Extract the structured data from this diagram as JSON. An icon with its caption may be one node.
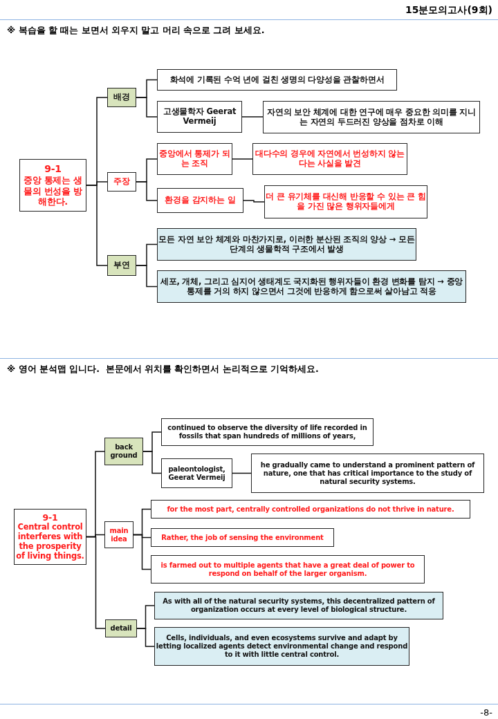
{
  "diagram": {
    "nodes": [
      {
        "text": [
          "9-1",
          "중앙 통제는 생물의 번성을 방해한다."
        ]
      },
      {
        "text": [
          "배경"
        ]
      },
      {
        "text": [
          "화석에 기록된 수억 년에 걸친 생명의 다양성을 관찰하면서"
        ]
      },
      {
        "text": [
          "고생물학자 Geerat Vermeij"
        ]
      },
      {
        "text": [
          "자연의 보안 체계에 대한 연구에 매우 중요한 의미를 지니는 자연의 두드러진 양상을 점차로 이해"
        ]
      },
      {
        "text": [
          "주장"
        ]
      },
      {
        "text": [
          "중앙에서 통제가 되는 조직"
        ]
      },
      {
        "text": [
          "대다수의 경우에 자연에서 번성하지 않는다는 사실을 발견"
        ]
      },
      {
        "text": [
          "환경을 감지하는 일"
        ]
      },
      {
        "text": [
          "더 큰 유기체를 대신해 반응할 수 있는 큰 힘을 가진 많은 행위자들에게"
        ]
      },
      {
        "text": [
          "부연"
        ]
      },
      {
        "text": [
          "모든 자연 보안 체계와 마찬가지로, 이러한 분산된 조직의 양상 → 모든 단계의 생물학적 구조에서 발생"
        ]
      },
      {
        "text": [
          "세포, 개체, 그리고 심지어 생태계도 국지화된 행위자들이 환경 변화를 탐지 → 중앙 통제를 거의 하지 않으면서 그것에 반응하게 함으로써 살아남고 적응"
        ]
      },
      {
        "text": [
          "9-1",
          "Central control interferes with the prosperity of living things."
        ]
      },
      {
        "text": [
          "back ground"
        ]
      },
      {
        "text": [
          "continued to observe the diversity of life recorded in fossils that span hundreds of millions of years,"
        ]
      },
      {
        "text": [
          "paleontologist, Geerat Vermeij"
        ]
      },
      {
        "text": [
          "he gradually came to understand a prominent pattern of nature, one that has critical importance to the study of natural security systems."
        ]
      },
      {
        "text": [
          "main idea"
        ]
      },
      {
        "text": [
          "for the most part, centrally controlled organizations do not thrive in nature."
        ]
      },
      {
        "text": [
          "Rather, the job of sensing the environment"
        ]
      },
      {
        "text": [
          "is farmed out to multiple agents that have a great deal of power to respond on behalf of the larger organism."
        ]
      },
      {
        "text": [
          "detail"
        ]
      },
      {
        "text": [
          "As with all of the natural security systems, this decentralized pattern of organization occurs at every level of biological structure."
        ]
      },
      {
        "text": [
          "Cells, individuals, and even ecosystems survive and adapt by letting localized agents detect environmental change and respond to it with little central control."
        ]
      }
    ],
    "edges": [
      {
        "from": 0,
        "to": 1,
        "arrow": "none"
      },
      {
        "from": 0,
        "to": 5,
        "arrow": "none"
      },
      {
        "from": 0,
        "to": 10,
        "arrow": "none"
      },
      {
        "from": 1,
        "to": 2,
        "arrow": "none"
      },
      {
        "from": 1,
        "to": 3,
        "arrow": "none"
      },
      {
        "from": 3,
        "to": 4,
        "arrow": "none"
      },
      {
        "from": 5,
        "to": 6,
        "arrow": "none"
      },
      {
        "from": 5,
        "to": 8,
        "arrow": "none"
      },
      {
        "from": 6,
        "to": 7,
        "arrow": "none"
      },
      {
        "from": 8,
        "to": 9,
        "arrow": "none"
      },
      {
        "from": 10,
        "to": 11,
        "arrow": "none"
      },
      {
        "from": 10,
        "to": 12,
        "arrow": "none"
      },
      {
        "from": 13,
        "to": 14,
        "arrow": "none"
      },
      {
        "from": 13,
        "to": 18,
        "arrow": "none"
      },
      {
        "from": 13,
        "to": 22,
        "arrow": "none"
      },
      {
        "from": 14,
        "to": 15,
        "arrow": "none"
      },
      {
        "from": 14,
        "to": 16,
        "arrow": "none"
      },
      {
        "from": 16,
        "to": 17,
        "arrow": "none"
      },
      {
        "from": 18,
        "to": 19,
        "arrow": "none"
      },
      {
        "from": 18,
        "to": 20,
        "arrow": "none"
      },
      {
        "from": 18,
        "to": 21,
        "arrow": "none"
      },
      {
        "from": 22,
        "to": 23,
        "arrow": "none"
      },
      {
        "from": 22,
        "to": 24,
        "arrow": "none"
      }
    ],
    "labels": [
      "15분모의고사(9회)",
      "※ 복습을 할 때는 보면서 외우지 말고 머리 속으로 그려 보세요.",
      "※ 영어 분석맵 입니다.  본문에서 위치를 확인하면서 논리적으로 기억하세요.",
      "-8-"
    ]
  }
}
